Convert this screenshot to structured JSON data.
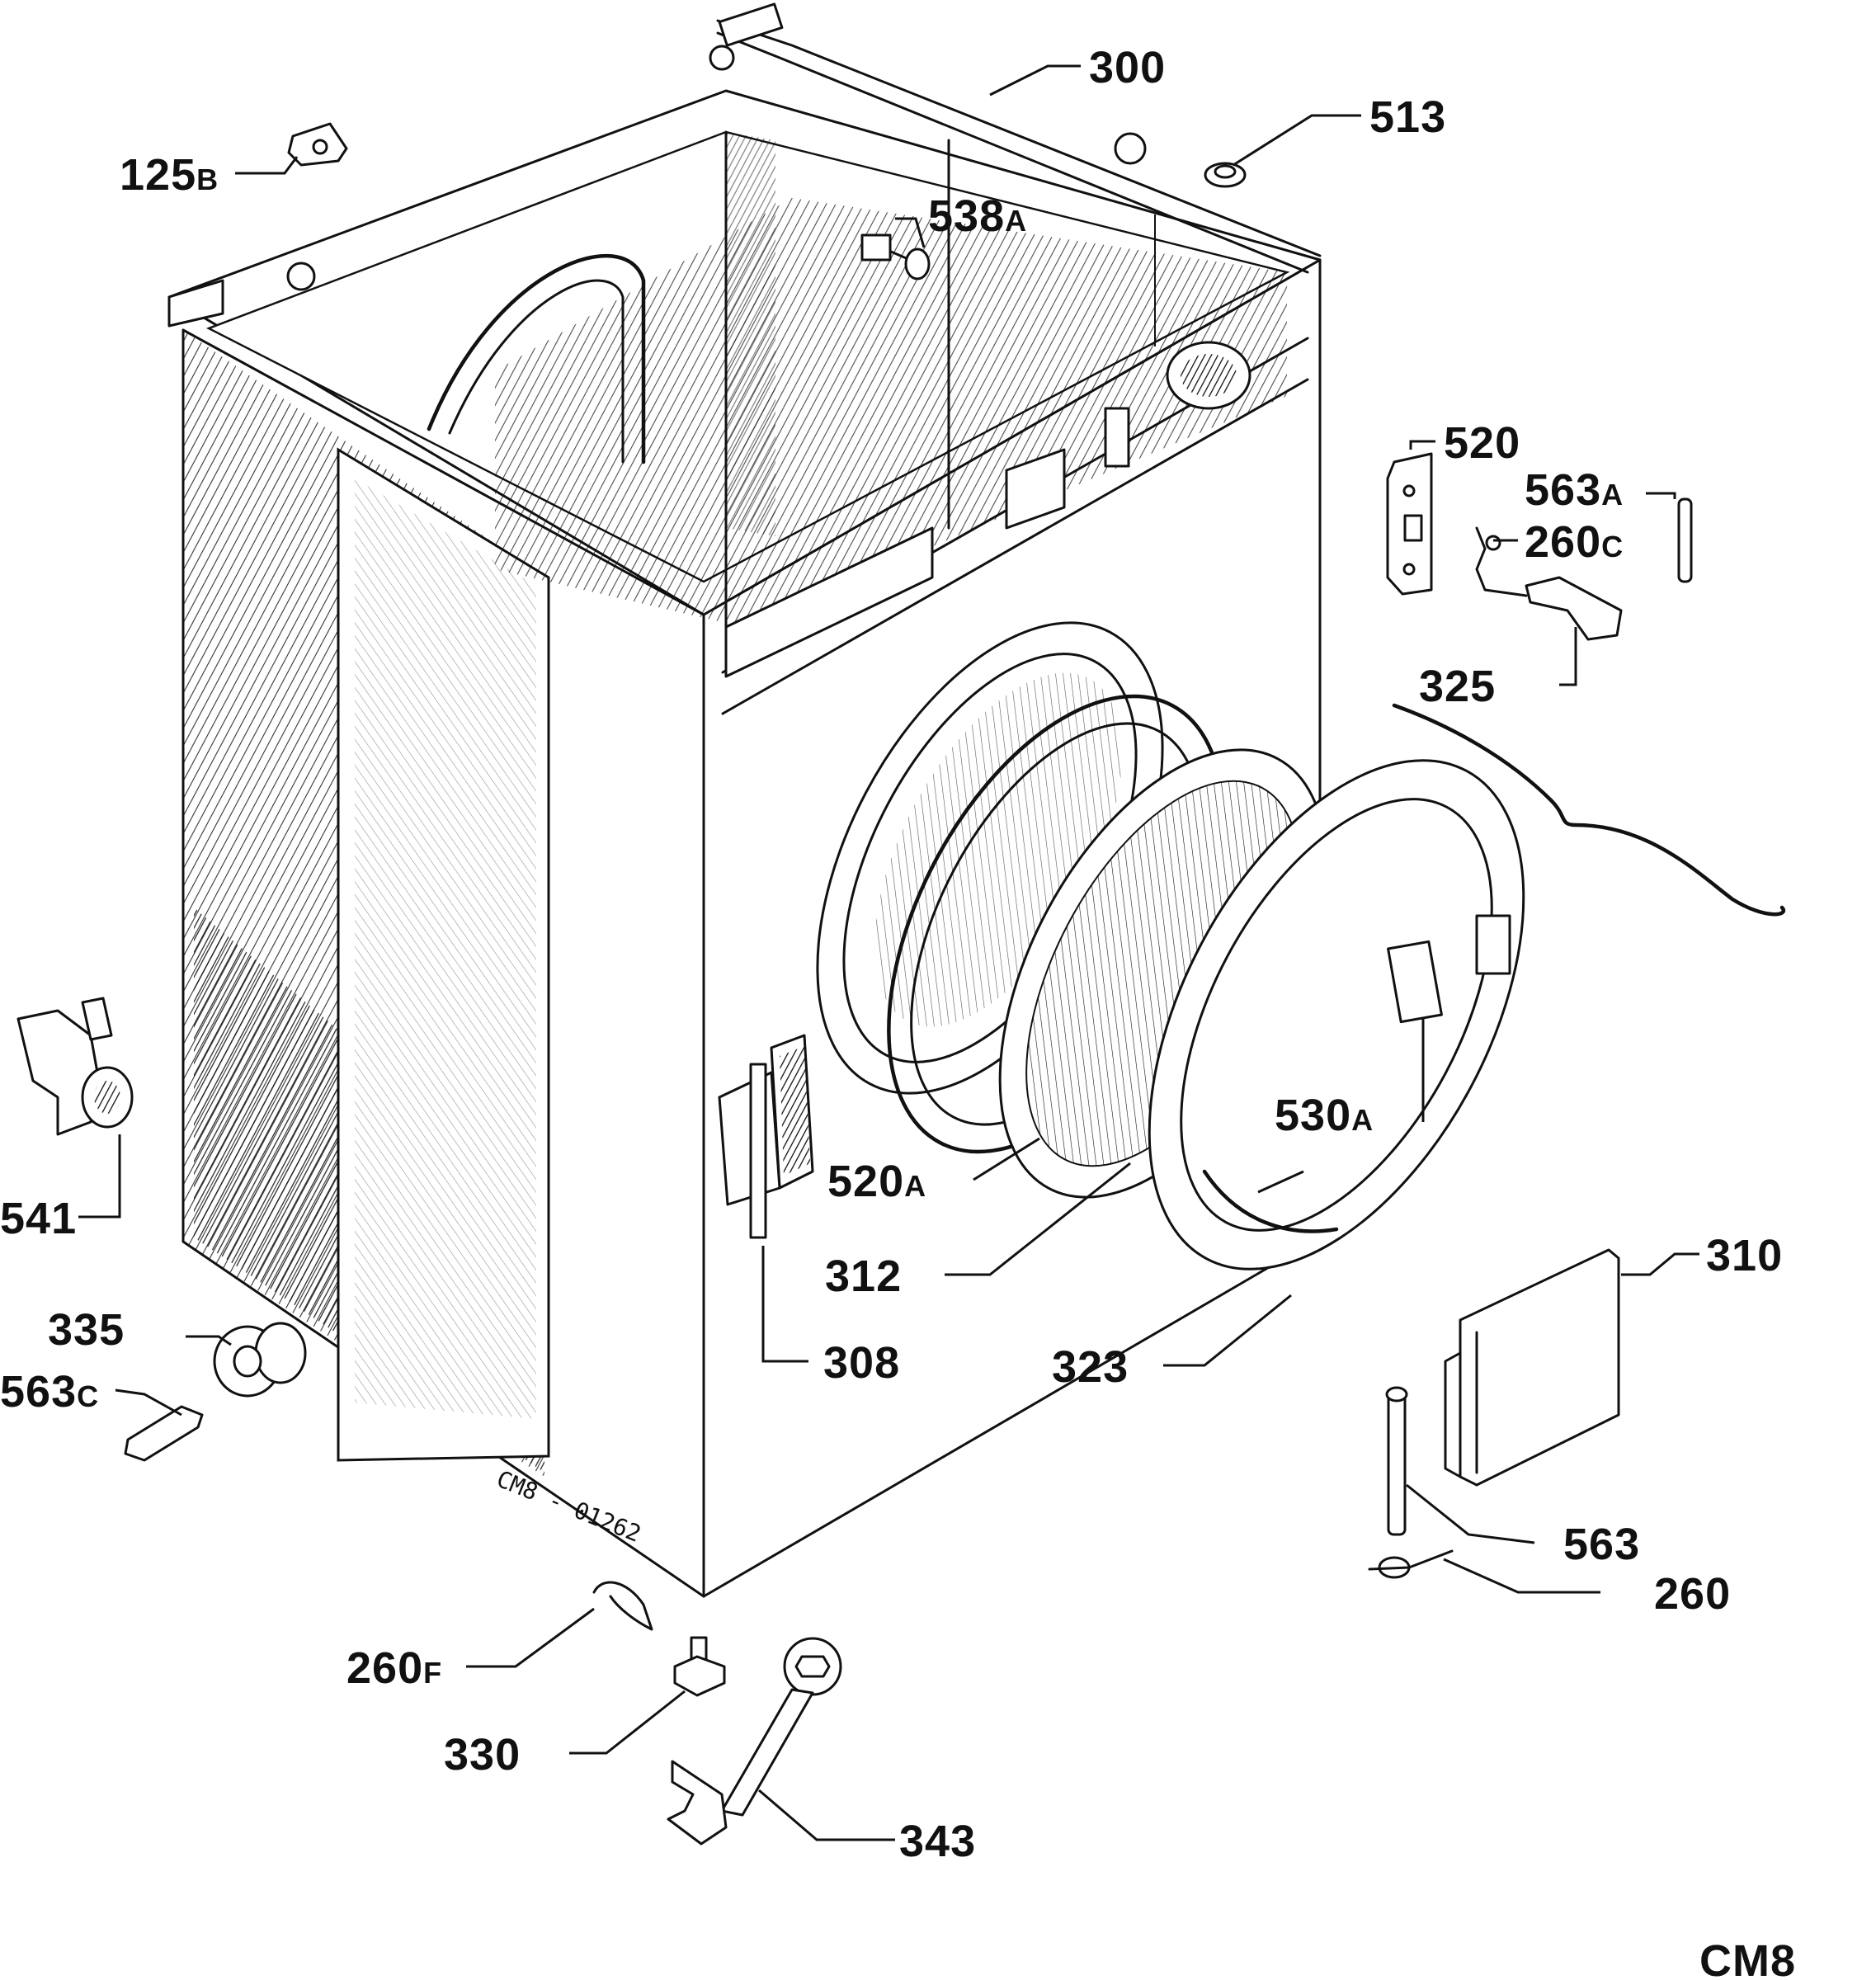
{
  "callouts": [
    {
      "id": "300",
      "num": "300",
      "suffix": ""
    },
    {
      "id": "513",
      "num": "513",
      "suffix": ""
    },
    {
      "id": "125b",
      "num": "125",
      "suffix": "B"
    },
    {
      "id": "538a",
      "num": "538",
      "suffix": "A"
    },
    {
      "id": "520",
      "num": "520",
      "suffix": ""
    },
    {
      "id": "563a",
      "num": "563",
      "suffix": "A"
    },
    {
      "id": "260c",
      "num": "260",
      "suffix": "C"
    },
    {
      "id": "325",
      "num": "325",
      "suffix": ""
    },
    {
      "id": "530a",
      "num": "530",
      "suffix": "A"
    },
    {
      "id": "541",
      "num": "541",
      "suffix": ""
    },
    {
      "id": "520a",
      "num": "520",
      "suffix": "A"
    },
    {
      "id": "312",
      "num": "312",
      "suffix": ""
    },
    {
      "id": "310",
      "num": "310",
      "suffix": ""
    },
    {
      "id": "335",
      "num": "335",
      "suffix": ""
    },
    {
      "id": "563c",
      "num": "563",
      "suffix": "C"
    },
    {
      "id": "308",
      "num": "308",
      "suffix": ""
    },
    {
      "id": "323",
      "num": "323",
      "suffix": ""
    },
    {
      "id": "563",
      "num": "563",
      "suffix": ""
    },
    {
      "id": "260",
      "num": "260",
      "suffix": ""
    },
    {
      "id": "260f",
      "num": "260",
      "suffix": "F"
    },
    {
      "id": "330",
      "num": "330",
      "suffix": ""
    },
    {
      "id": "343",
      "num": "343",
      "suffix": ""
    }
  ],
  "stamp": "CM8 - 01262",
  "diagram_code": "CM8"
}
